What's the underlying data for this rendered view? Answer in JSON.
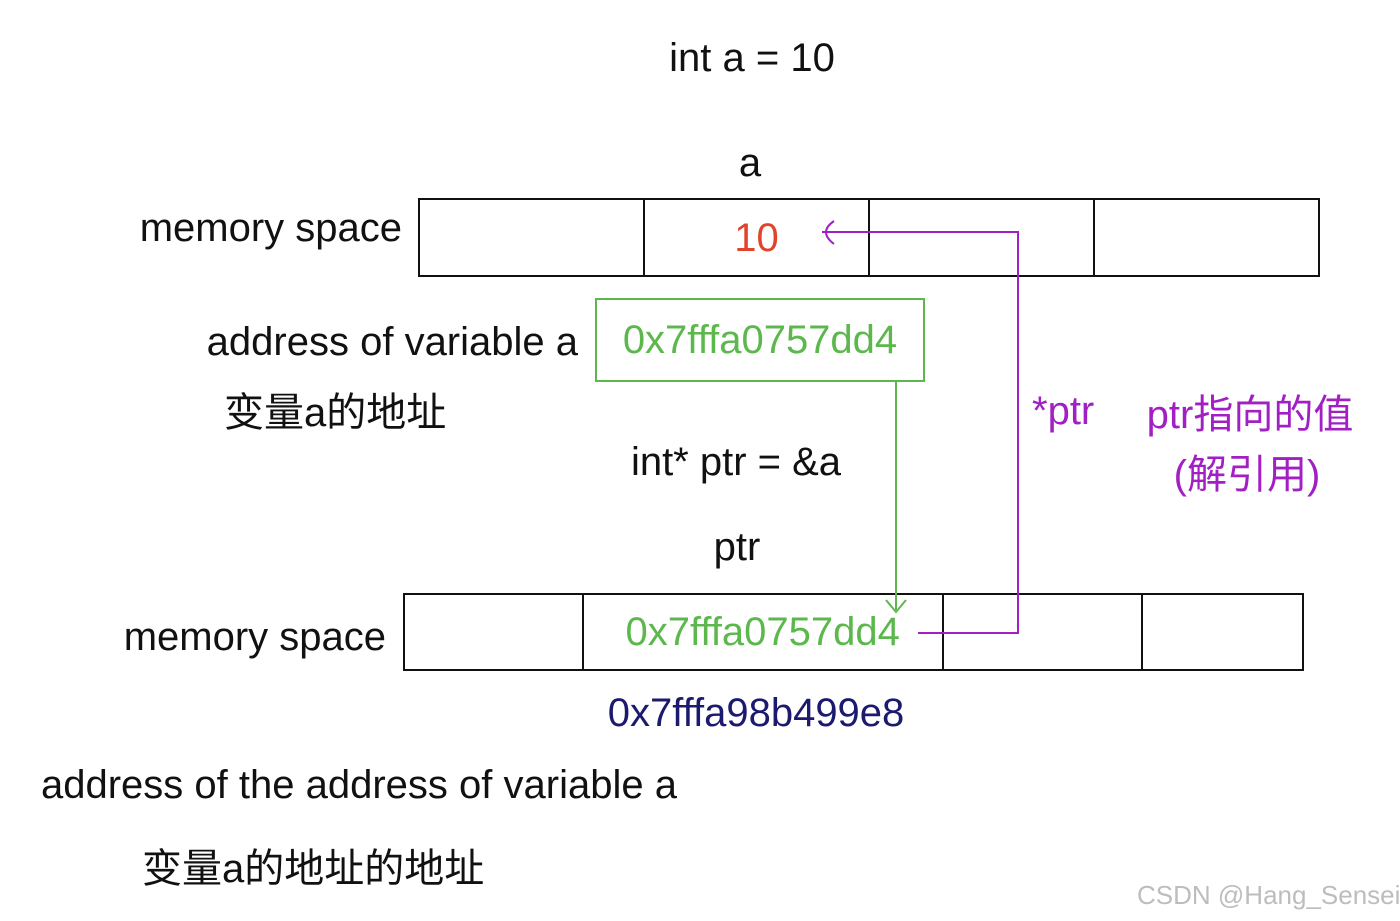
{
  "title": "int a = 10",
  "label_a": "a",
  "label_ptr": "ptr",
  "pointer_decl": "int* ptr = &a",
  "top_row": {
    "label": "memory space",
    "cells": [
      "",
      "10",
      "",
      ""
    ]
  },
  "address_of_a": {
    "label_en": "address of variable a",
    "label_zh": "变量a的地址",
    "value": "0x7fffa0757dd4"
  },
  "bottom_row": {
    "label": "memory space",
    "cells": [
      "",
      "0x7fffa0757dd4",
      "",
      ""
    ],
    "address": "0x7fffa98b499e8"
  },
  "address_of_address": {
    "label_en": "address of the address of variable a",
    "label_zh": "变量a的地址的地址"
  },
  "deref": {
    "label": "*ptr",
    "note_line1": "ptr指向的值",
    "note_line2": "(解引用)"
  },
  "watermark": "CSDN @Hang_Sensei",
  "colors": {
    "value_red": "#e0452b",
    "address_green": "#5cb84c",
    "deref_purple": "#a21fc4",
    "address_navy": "#1c1a6e",
    "watermark_gray": "#bdbdbd"
  }
}
